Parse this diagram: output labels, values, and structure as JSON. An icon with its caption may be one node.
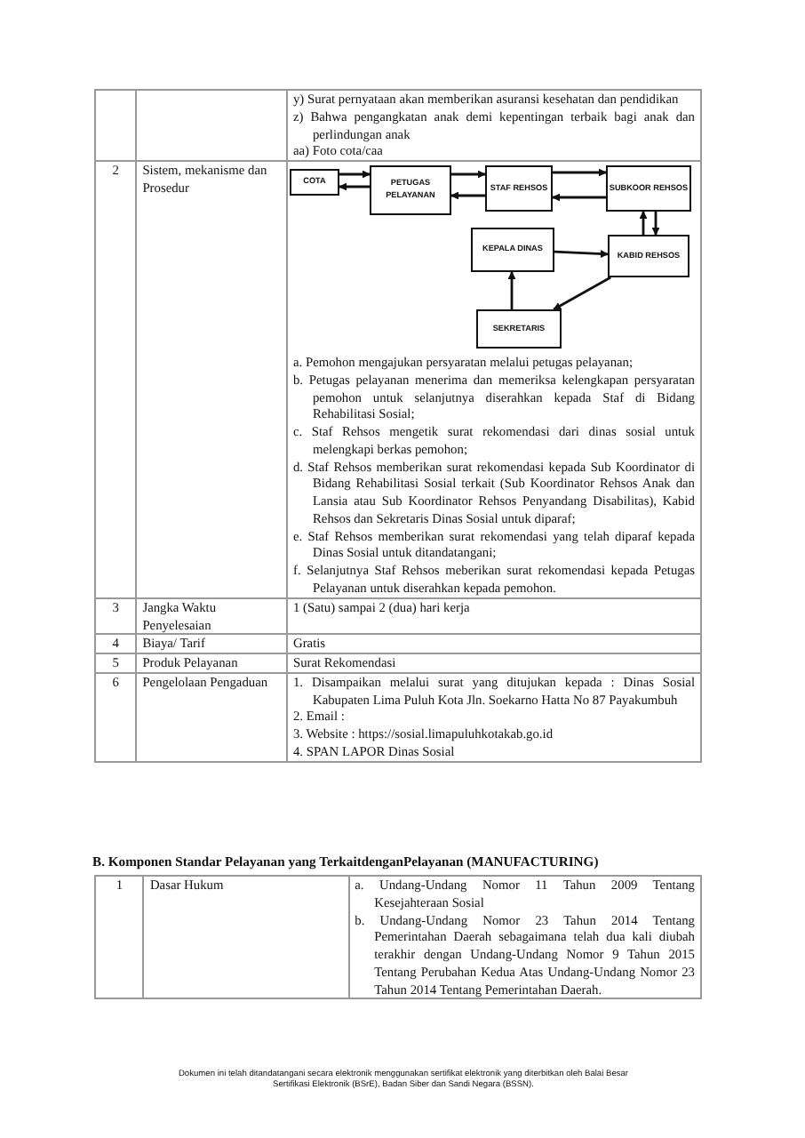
{
  "diagram": {
    "caption": "Dokumen ini telah ditandatangani secara elektronik menggunakan sertifikat elektronik yang diterbitkan oleh Balai Besar Sertifikasi Elektronik (BSrE), Badan Siber dan Sandi Negara (BSSN).",
    "nodes": [
      {
        "text": [
          "COTA"
        ]
      },
      {
        "text": [
          "PETUGAS PELAYANAN"
        ]
      },
      {
        "text": [
          "STAF REHSOS"
        ]
      },
      {
        "text": [
          "SUBKOOR REHSOS"
        ]
      },
      {
        "text": [
          "KEPALA DINAS"
        ]
      },
      {
        "text": [
          "KABID REHSOS"
        ]
      },
      {
        "text": [
          "SEKRETARIS"
        ]
      }
    ],
    "edges": [
      {
        "from": 0,
        "to": 1,
        "arrow": "to"
      },
      {
        "from": 1,
        "to": 0,
        "arrow": "to"
      },
      {
        "from": 1,
        "to": 2,
        "arrow": "to"
      },
      {
        "from": 2,
        "to": 1,
        "arrow": "to"
      },
      {
        "from": 2,
        "to": 3,
        "arrow": "to"
      },
      {
        "from": 3,
        "to": 2,
        "arrow": "to"
      },
      {
        "from": 5,
        "to": 3,
        "arrow": "to"
      },
      {
        "from": 3,
        "to": 5,
        "arrow": "to"
      },
      {
        "from": 4,
        "to": 5,
        "arrow": "to"
      },
      {
        "from": 5,
        "to": 6,
        "arrow": "to"
      },
      {
        "from": 6,
        "to": 4,
        "arrow": "to"
      }
    ],
    "labels": [
      "y) Surat pernyataan akan memberikan asuransi kesehatan dan pendidikan",
      "z) Bahwa pengangkatan anak demi kepentingan terbaik bagi anak dan perlindungan anak",
      "aa) Foto cota/caa",
      "2",
      "Sistem, mekanisme dan Prosedur",
      "a. Pemohon mengajukan persyaratan melalui petugas pelayanan;",
      "b. Petugas pelayanan menerima dan memeriksa kelengkapan persyaratan pemohon untuk selanjutnya diserahkan kepada Staf di Bidang Rehabilitasi Sosial;",
      "c. Staf Rehsos mengetik surat rekomendasi dari dinas sosial untuk melengkapi berkas pemohon;",
      "d. Staf Rehsos memberikan surat rekomendasi kepada Sub Koordinator di Bidang Rehabilitasi Sosial terkait (Sub Koordinator Rehsos Anak dan Lansia atau Sub Koordinator Rehsos Penyandang Disabilitas), Kabid Rehsos dan Sekretaris Dinas Sosial untuk diparaf;",
      "e. Staf Rehsos memberikan surat rekomendasi yang telah diparaf kepada Dinas Sosial untuk ditandatangani;",
      "f. Selanjutnya Staf Rehsos meberikan surat rekomendasi kepada Petugas Pelayanan untuk diserahkan kepada pemohon.",
      "3",
      "Jangka Waktu Penyelesaian",
      "1 (Satu) sampai 2 (dua) hari kerja",
      "4",
      "Biaya/ Tarif",
      "Gratis",
      "5",
      "Produk Pelayanan",
      "Surat Rekomendasi",
      "6",
      "Pengelolaan Pengaduan",
      "1. Disampaikan melalui surat yang ditujukan kepada : Dinas Sosial Kabupaten Lima Puluh Kota Jln. Soekarno Hatta No 87 Payakumbuh",
      "2. Email :",
      "3. Website : https://sosial.limapuluhkotakab.go.id",
      "4. SPAN LAPOR Dinas Sosial",
      "B. Komponen Standar Pelayanan yang TerkaitdenganPelayanan (MANUFACTURING)",
      "1",
      "Dasar Hukum",
      "a. Undang-Undang Nomor 11 Tahun 2009 Tentang Kesejahteraan Sosial",
      "b. Undang-Undang Nomor 23 Tahun 2014 Tentang Pemerintahan Daerah sebagaimana telah dua kali diubah terakhir dengan Undang-Undang Nomor 9 Tahun 2015 Tentang Perubahan Kedua Atas Undang-Undang Nomor 23 Tahun 2014 Tentang Pemerintahan Daerah."
    ]
  }
}
